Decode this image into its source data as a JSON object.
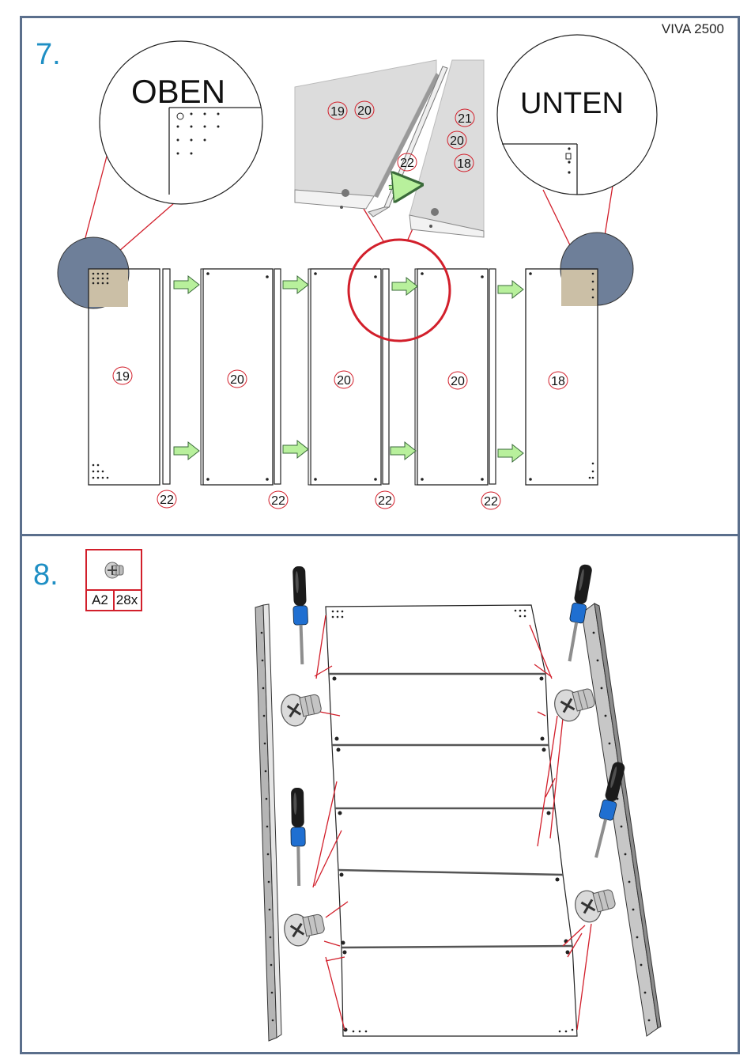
{
  "header": {
    "model": "VIVA 2500"
  },
  "step7": {
    "number": "7.",
    "zoom_top_label": "OBEN",
    "zoom_bottom_label": "UNTEN",
    "detail_parts": [
      "19",
      "20",
      "21",
      "20",
      "18",
      "22"
    ],
    "panels": [
      "19",
      "20",
      "20",
      "20",
      "18"
    ],
    "strip_parts": [
      "22",
      "22",
      "22",
      "22"
    ]
  },
  "step8": {
    "number": "8.",
    "hardware": {
      "code": "A2",
      "quantity": "28x",
      "icon": "screw-icon"
    }
  },
  "colors": {
    "accent_blue": "#1f8fc4",
    "frame": "#5b6f8c",
    "marker_red": "#d21f2b",
    "arrow_green": "#b8f09c",
    "zoom_circle": "#6e7f99",
    "panel_tan": "#cbbfa6"
  }
}
